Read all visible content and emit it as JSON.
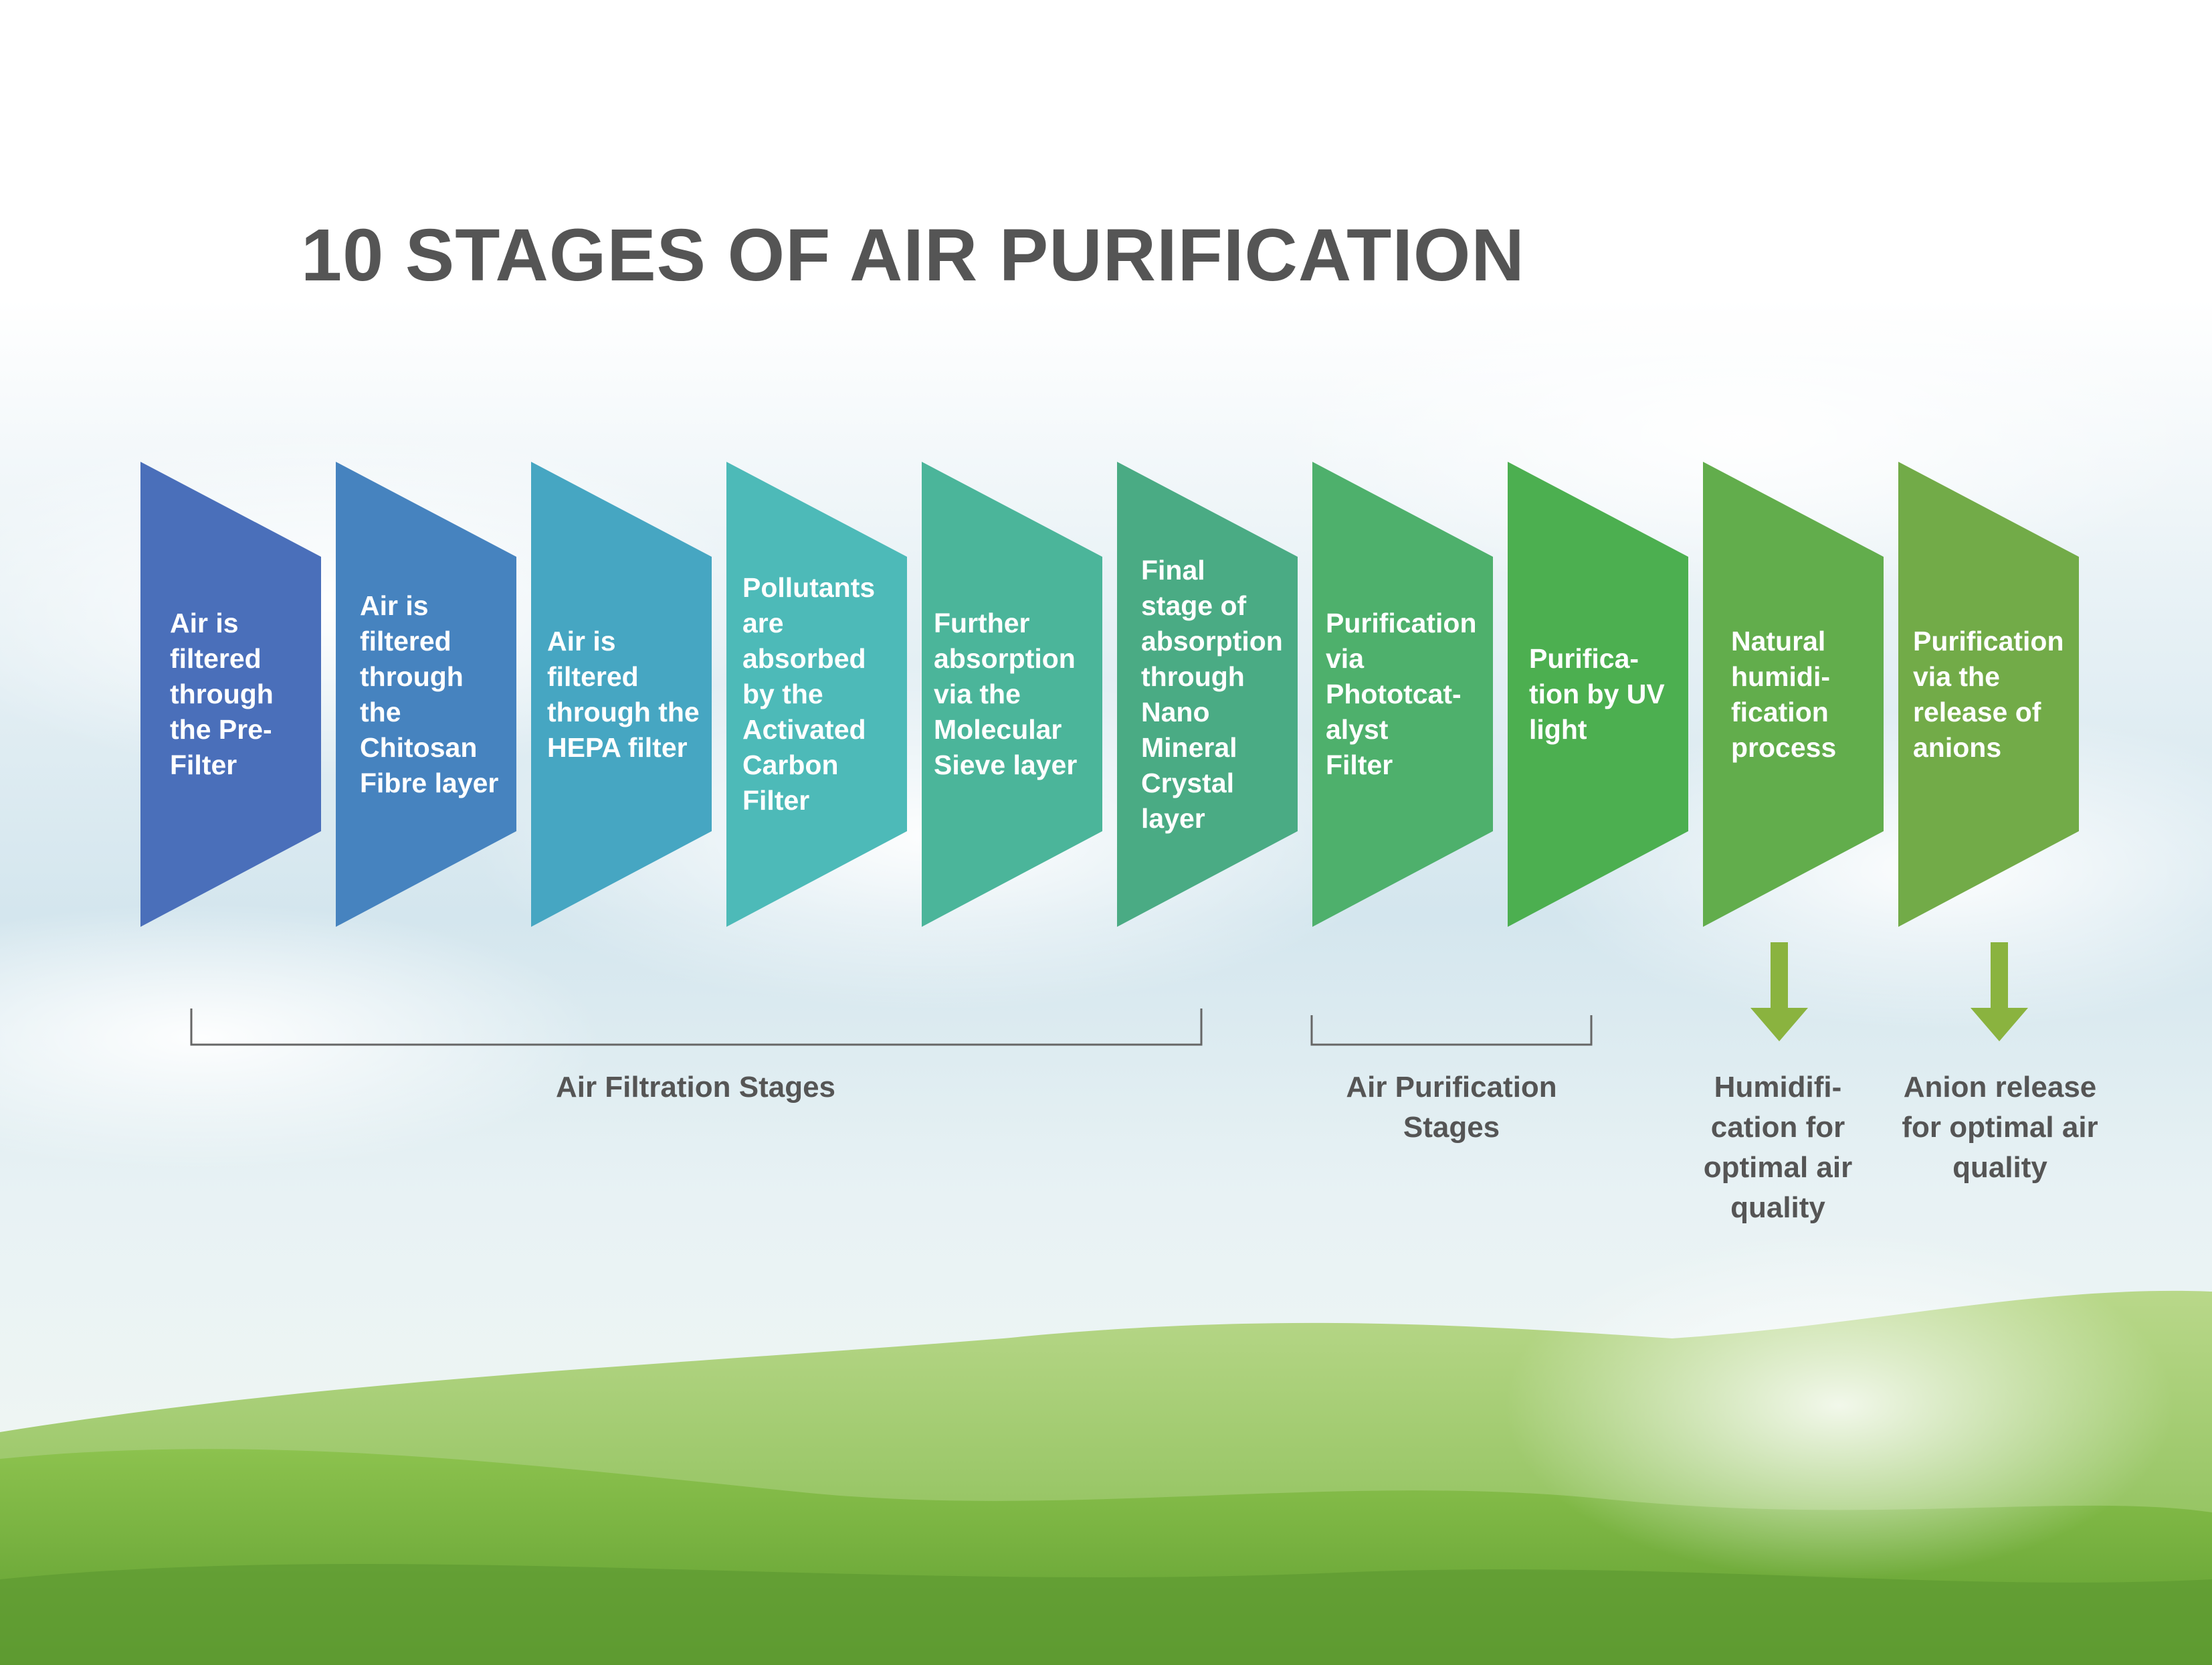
{
  "title": "10 STAGES OF AIR PURIFICATION",
  "stages": [
    {
      "text": "Air is\nfiltered\nthrough\nthe Pre-\nFilter",
      "color": "#4a6fba"
    },
    {
      "text": "Air is\nfiltered\nthrough\nthe\nChitosan\nFibre layer",
      "color": "#4683bf"
    },
    {
      "text": "Air is\nfiltered\nthrough the\nHEPA filter",
      "color": "#46a6c2"
    },
    {
      "text": "Pollutants\nare\nabsorbed\nby the\nActivated\nCarbon\nFilter",
      "color": "#4dbab8"
    },
    {
      "text": "Further\nabsorption\nvia the\nMolecular\nSieve layer",
      "color": "#4bb59a"
    },
    {
      "text": "Final\nstage of\nabsorption\nthrough\nNano\nMineral\nCrystal\nlayer",
      "color": "#4aab84"
    },
    {
      "text": "Purification\nvia\nPhototcat-\nalyst\nFilter",
      "color": "#4eb06c"
    },
    {
      "text": "Purifica-\ntion by UV\nlight",
      "color": "#4caf50"
    },
    {
      "text": "Natural\nhumidi-\nfication\nprocess",
      "color": "#62ad4c"
    },
    {
      "text": "Purification\nvia the\nrelease of\nanions",
      "color": "#72ab48"
    }
  ],
  "groups": {
    "filtration": "Air Filtration Stages",
    "purification": "Air Purification\nStages"
  },
  "results": {
    "humidification": "Humidifi-\ncation for\noptimal air\nquality",
    "anion": "Anion release\nfor optimal air\nquality"
  },
  "colors": {
    "arrow": "#8ab33f",
    "text_dark": "#555555",
    "bracket": "#666666"
  }
}
